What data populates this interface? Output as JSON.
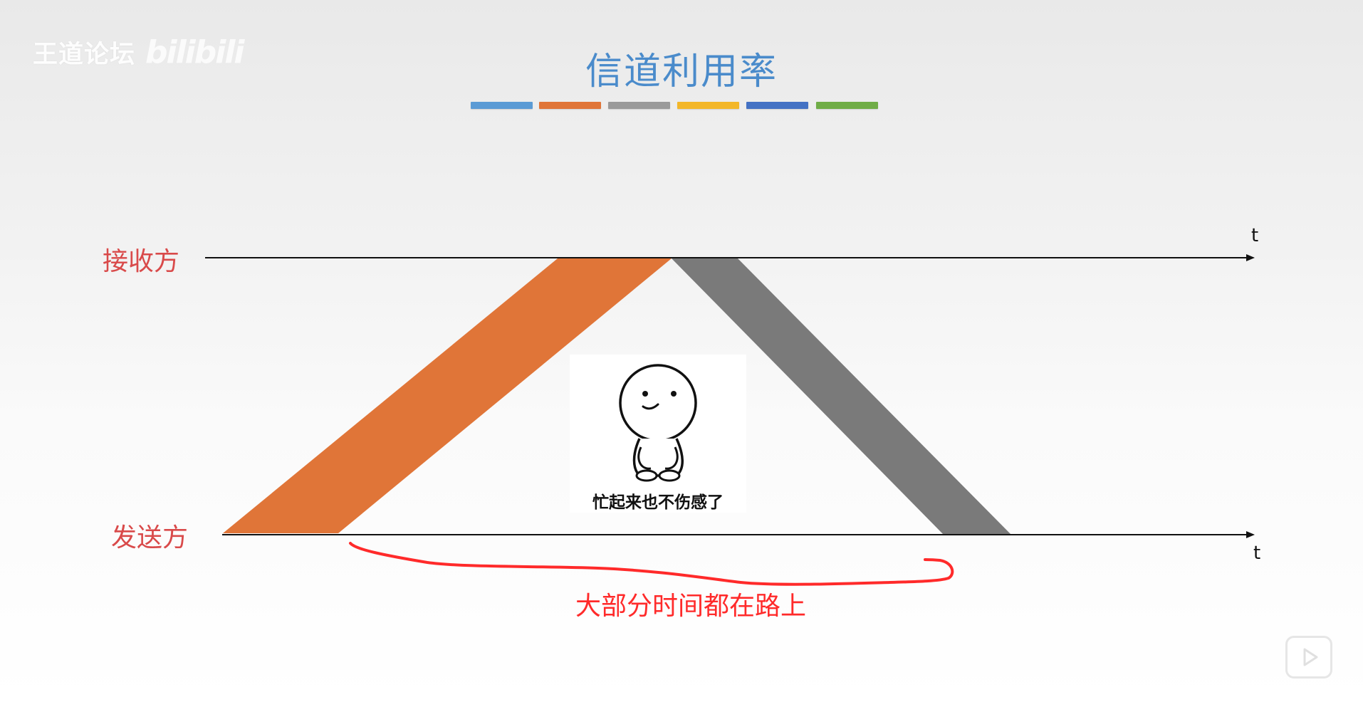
{
  "watermark": {
    "forum": "王道论坛",
    "logo": "bilibili"
  },
  "slide": {
    "title": "信道利用率",
    "title_color": "#4a8bcb",
    "color_strips": [
      "#5b9bd5",
      "#e07538",
      "#9a9a9a",
      "#f3b72a",
      "#4472c4",
      "#70ad47"
    ]
  },
  "diagram": {
    "receiver_label": "接收方",
    "sender_label": "发送方",
    "time_axis_label": "t",
    "label_color": "#d94a4a",
    "data_frame_color": "#e07538",
    "ack_frame_color": "#7a7a7a",
    "meme_caption": "忙起来也不伤感了",
    "annotation": "大部分时间都在路上",
    "annotation_color": "#ff2a2a"
  },
  "player": {
    "play_icon": "play-icon"
  }
}
